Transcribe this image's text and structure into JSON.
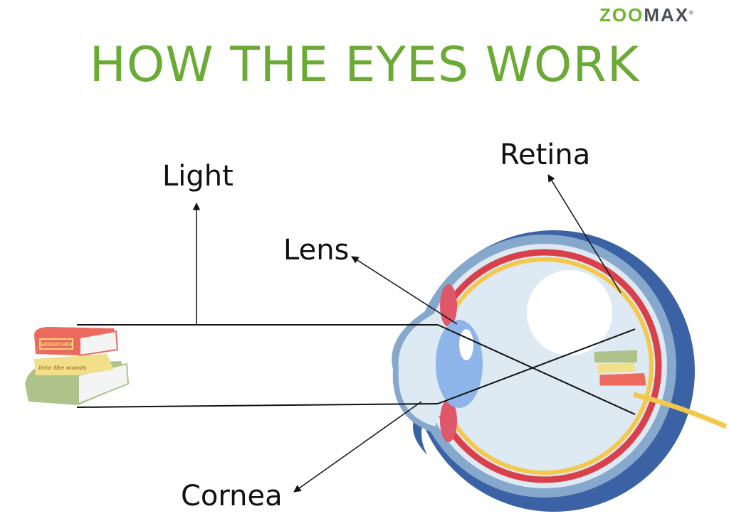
{
  "logo": {
    "green_part": "ZOO",
    "dark_part": "MAX",
    "mark": "®"
  },
  "title": "HOW THE EYES WORK",
  "labels": {
    "light": "Light",
    "retina": "Retina",
    "lens": "Lens",
    "cornea": "Cornea"
  },
  "book_titles": [
    "GODFATHER",
    "Into the woods"
  ],
  "colors": {
    "title": "#6aaa35",
    "outer_eye": "#3a62a5",
    "sclera_ring": "#86a8cc",
    "choroid": "#d9404a",
    "retina": "#f4c84b",
    "vitreous": "#dde9f3",
    "lens": "#8db5ea"
  }
}
